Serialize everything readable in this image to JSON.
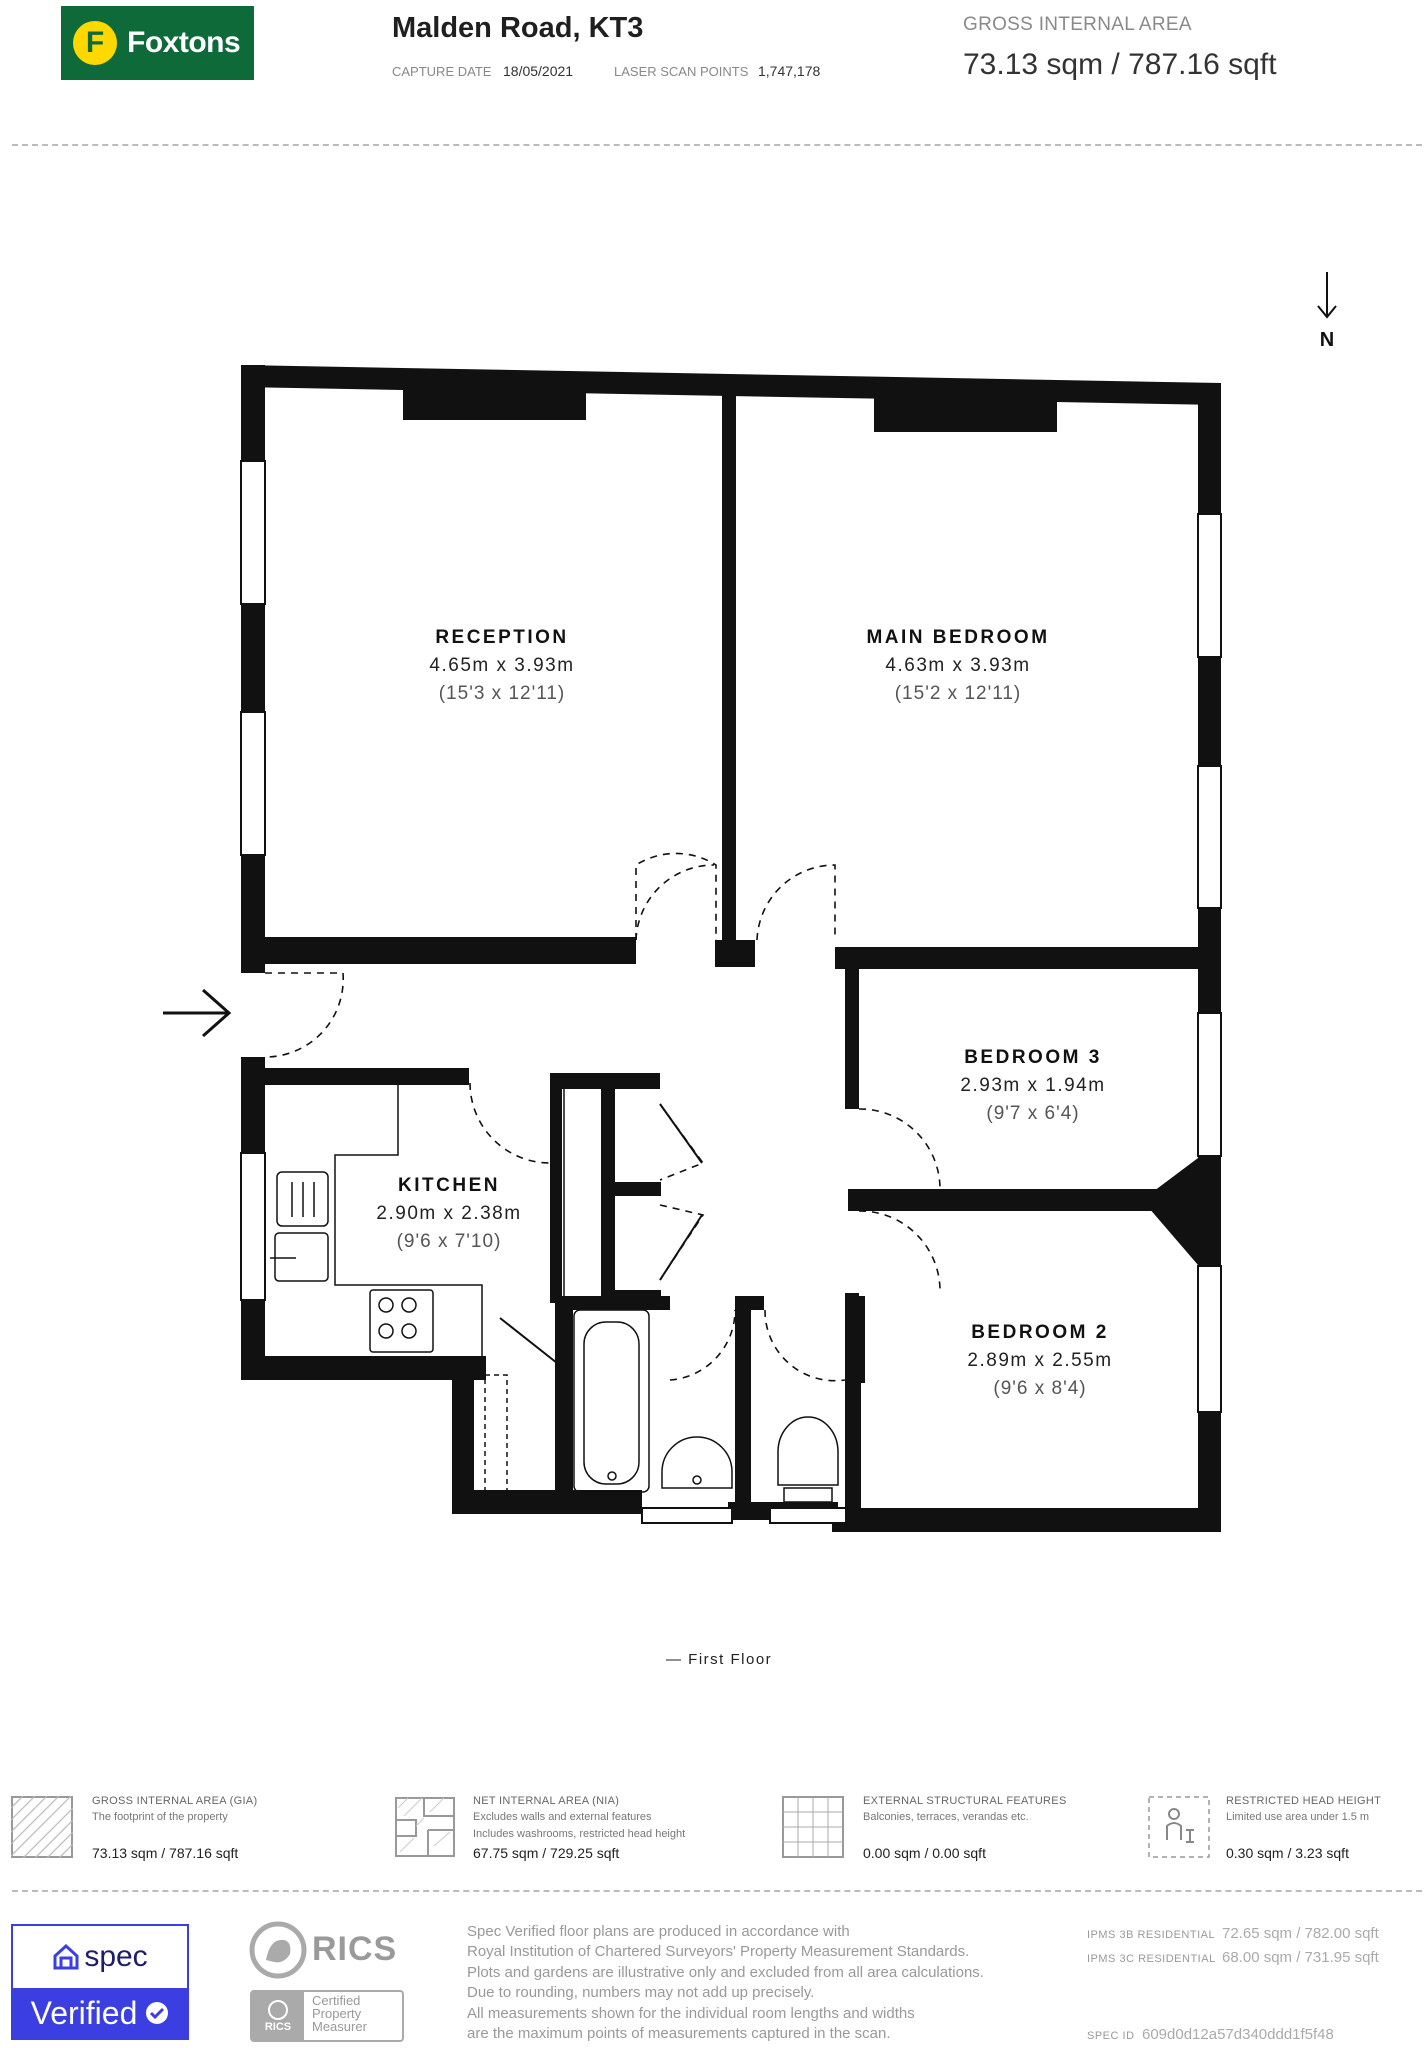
{
  "header": {
    "brand": "Foxtons",
    "brand_initial": "F",
    "address": "Malden Road, KT3",
    "capture_date_label": "CAPTURE DATE",
    "capture_date": "18/05/2021",
    "scan_points_label": "LASER SCAN POINTS",
    "scan_points": "1,747,178",
    "gia_label": "GROSS INTERNAL AREA",
    "gia_value": "73.13 sqm / 787.16 sqft"
  },
  "compass": {
    "label": "N"
  },
  "rooms": [
    {
      "name": "RECEPTION",
      "metric": "4.65m x 3.93m",
      "imperial": "(15'3 x 12'11)"
    },
    {
      "name": "MAIN BEDROOM",
      "metric": "4.63m x 3.93m",
      "imperial": "(15'2 x 12'11)"
    },
    {
      "name": "BEDROOM 3",
      "metric": "2.93m x 1.94m",
      "imperial": "(9'7 x 6'4)"
    },
    {
      "name": "KITCHEN",
      "metric": "2.90m x 2.38m",
      "imperial": "(9'6 x 7'10)"
    },
    {
      "name": "BEDROOM 2",
      "metric": "2.89m x 2.55m",
      "imperial": "(9'6 x 8'4)"
    }
  ],
  "floor_label": "— First Floor",
  "legend": [
    {
      "title": "GROSS INTERNAL AREA (GIA)",
      "sub": [
        "The footprint of the property"
      ],
      "value": "73.13 sqm / 787.16 sqft"
    },
    {
      "title": "NET INTERNAL AREA (NIA)",
      "sub": [
        "Excludes walls and external features",
        "Includes washrooms, restricted head height"
      ],
      "value": "67.75 sqm / 729.25 sqft"
    },
    {
      "title": "EXTERNAL STRUCTURAL FEATURES",
      "sub": [
        "Balconies, terraces, verandas etc."
      ],
      "value": "0.00 sqm / 0.00 sqft"
    },
    {
      "title": "RESTRICTED HEAD HEIGHT",
      "sub": [
        "Limited use area under 1.5 m"
      ],
      "value": "0.30 sqm / 3.23 sqft"
    }
  ],
  "footer": {
    "spec_brand": "spec",
    "spec_verified": "Verified",
    "rics": "RICS",
    "rics_small": "RICS",
    "certified": [
      "Certified",
      "Property",
      "Measurer"
    ],
    "disclaimer": [
      "Spec Verified floor plans are produced in accordance with",
      "Royal Institution of Chartered Surveyors' Property Measurement Standards.",
      "Plots and gardens are illustrative only and excluded from all area calculations.",
      "Due to rounding, numbers may not add up precisely.",
      "All measurements shown for the individual room lengths and widths",
      "are the maximum points of measurements captured in the scan."
    ],
    "ipms3b_label": "IPMS 3B RESIDENTIAL",
    "ipms3b_value": "72.65 sqm / 782.00 sqft",
    "ipms3c_label": "IPMS 3C RESIDENTIAL",
    "ipms3c_value": "68.00 sqm / 731.95 sqft",
    "spec_id_label": "SPEC ID",
    "spec_id": "609d0d12a57d340ddd1f5f48"
  }
}
